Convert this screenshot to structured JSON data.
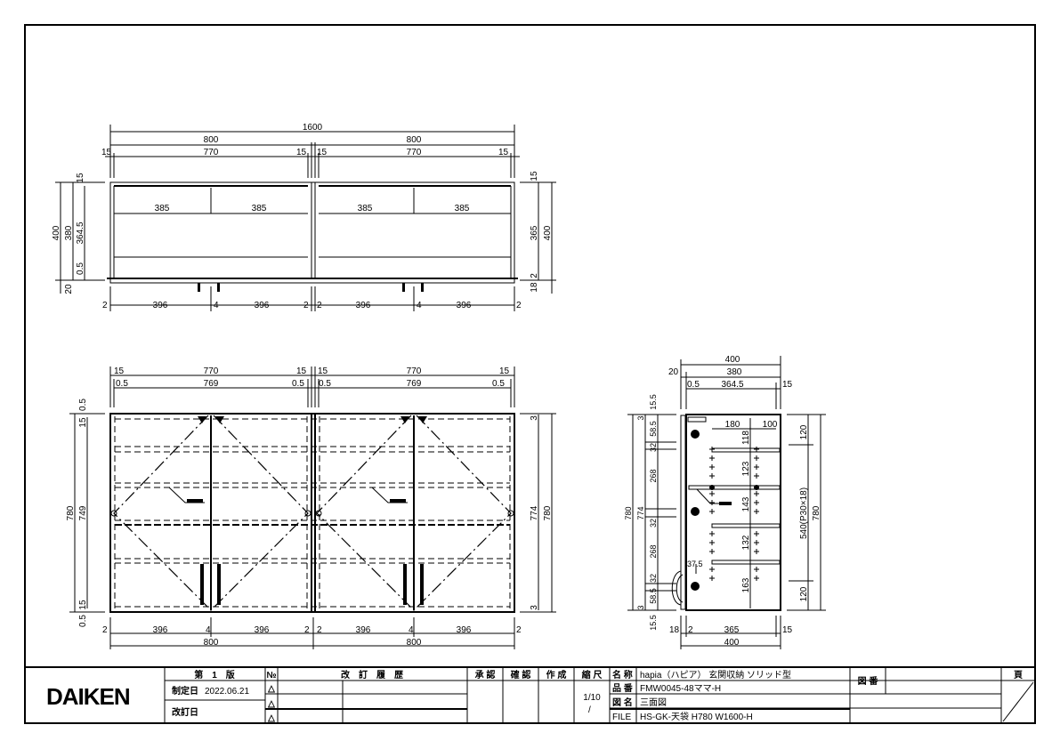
{
  "plan_view": {
    "overall": "1600",
    "halves": [
      "800",
      "800"
    ],
    "segments": [
      "15",
      "770",
      "15",
      "15",
      "770",
      "15"
    ],
    "inner": [
      "385",
      "385",
      "385",
      "385"
    ],
    "left_dims": [
      "400",
      "380",
      "364.5",
      "15",
      "0.5",
      "20"
    ],
    "right_dims": [
      "15",
      "365",
      "400",
      "2",
      "18"
    ],
    "bottom": [
      "2",
      "396",
      "4",
      "396",
      "2",
      "2",
      "396",
      "4",
      "396",
      "2"
    ]
  },
  "front_view": {
    "top1": [
      "15",
      "770",
      "15",
      "15",
      "770",
      "15"
    ],
    "top2": [
      "0.5",
      "769",
      "0.5",
      "0.5",
      "769",
      "0.5"
    ],
    "left": [
      "0.5",
      "15",
      "780",
      "749",
      "15",
      "0.5"
    ],
    "right": [
      "3",
      "774",
      "780",
      "3"
    ],
    "bottom": [
      "2",
      "396",
      "4",
      "396",
      "2",
      "2",
      "396",
      "4",
      "396",
      "2"
    ],
    "widths": [
      "800",
      "800"
    ]
  },
  "side_view": {
    "top": [
      "400",
      "20",
      "380",
      "0.5",
      "364.5",
      "15"
    ],
    "left": [
      "15.5",
      "3",
      "58.5",
      "32",
      "268",
      "32",
      "268",
      "32",
      "58.5",
      "3",
      "15.5",
      "780",
      "774"
    ],
    "inner": [
      "180",
      "100",
      "118",
      "123",
      "143",
      "132",
      "163",
      "37.5"
    ],
    "right": [
      "120",
      "540(P30×18)",
      "780",
      "120"
    ],
    "bottom": [
      "18",
      "2",
      "365",
      "15",
      "400"
    ]
  },
  "title_block": {
    "logo": "DAIKEN",
    "edition": "第　1　版",
    "established_label": "制定日",
    "established_date": "2022.06.21",
    "revised_label": "改訂日",
    "no_label": "№",
    "rev_marks": [
      "△",
      "△",
      "△"
    ],
    "revision_history": "改　訂　履　歴",
    "approved": "承 認",
    "checked": "確 認",
    "created": "作 成",
    "scale_label": "縮 尺",
    "scale_value": "1/10",
    "scale_value2": "/",
    "name_label": "名 称",
    "name_value": "hapia（ハピア） 玄関収納 ソリッド型",
    "part_label": "品 番",
    "part_value": "FMW0045-48ママ-H",
    "drawing_name_label": "図 名",
    "drawing_name_value": "三面図",
    "file_label": "FILE",
    "file_value": "HS-GK-天袋 H780 W1600-H",
    "drawing_no_label": "図 番",
    "page_label": "頁"
  }
}
